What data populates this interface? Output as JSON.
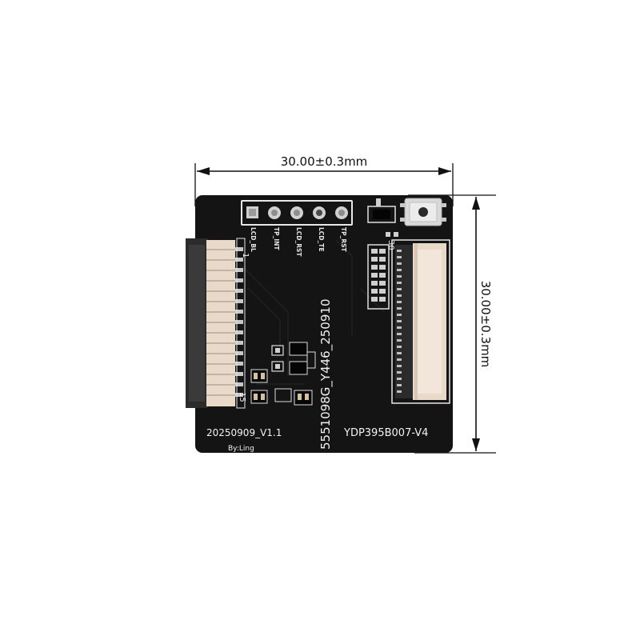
{
  "image": {
    "subject": "PCB adapter board product photo with dimension lines",
    "colors": {
      "background": "#ffffff",
      "pcb": "#141414",
      "silkscreen": "#f2f2f2",
      "connector_body": "#e8d9c8",
      "connector_latch": "#2a2a2a",
      "pins": "#c9c9c9"
    }
  },
  "dimensions": {
    "width_label": "30.00±0.3mm",
    "height_label": "30.00±0.3mm"
  },
  "board": {
    "date_version": "20250909_V1.1",
    "author": "By:Ling",
    "part_number": "YDP395B007-V4",
    "vertical_code": "5551098G_Y446_250910",
    "pin_labels": [
      "LCD_BL",
      "TP_INT",
      "LCD_RST",
      "LCD_TE",
      "TP_RST"
    ],
    "connector_markers": {
      "left_top": "1",
      "left_bottom": "15",
      "right_top": "30"
    }
  }
}
